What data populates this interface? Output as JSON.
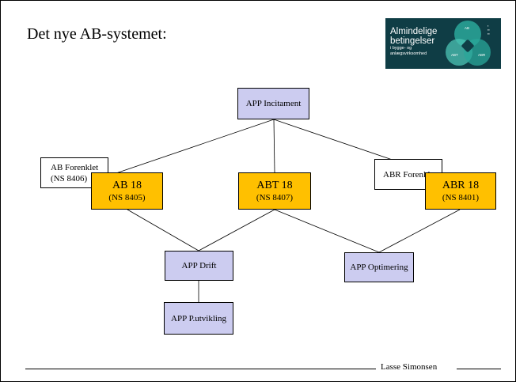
{
  "slide_title": "Det nye AB-systemet:",
  "logo": {
    "line1": "Almindelige",
    "line2": "betingelser",
    "line3": "i bygge- og",
    "line4": "anlægsvirksomhed",
    "circle_labels": [
      "AB",
      "ABT",
      "ABR"
    ],
    "colors": {
      "background": "#0f3d45",
      "teal": "#2aa79a",
      "light_teal": "#4cc3b4"
    }
  },
  "nodes": {
    "app_incitament": {
      "label": "APP Incitament"
    },
    "ab_forenklet": {
      "line1": "AB Forenklet",
      "line2": "(NS 8406)"
    },
    "abr_forenklet": {
      "label": "ABR Forenklet"
    },
    "ab18": {
      "label": "AB 18",
      "sub": "(NS 8405)"
    },
    "abt18": {
      "label": "ABT 18",
      "sub": "(NS 8407)"
    },
    "abr18": {
      "label": "ABR 18",
      "sub": "(NS 8401)"
    },
    "app_drift": {
      "label": "APP Drift"
    },
    "app_optimering": {
      "label": "APP Optimering"
    },
    "app_putvikling": {
      "label": "APP P.utvikling"
    }
  },
  "footer": {
    "author": "Lasse Simonsen"
  },
  "colors": {
    "app_box": "#ccccf0",
    "ab_box": "#ffc000",
    "line": "#000000"
  }
}
